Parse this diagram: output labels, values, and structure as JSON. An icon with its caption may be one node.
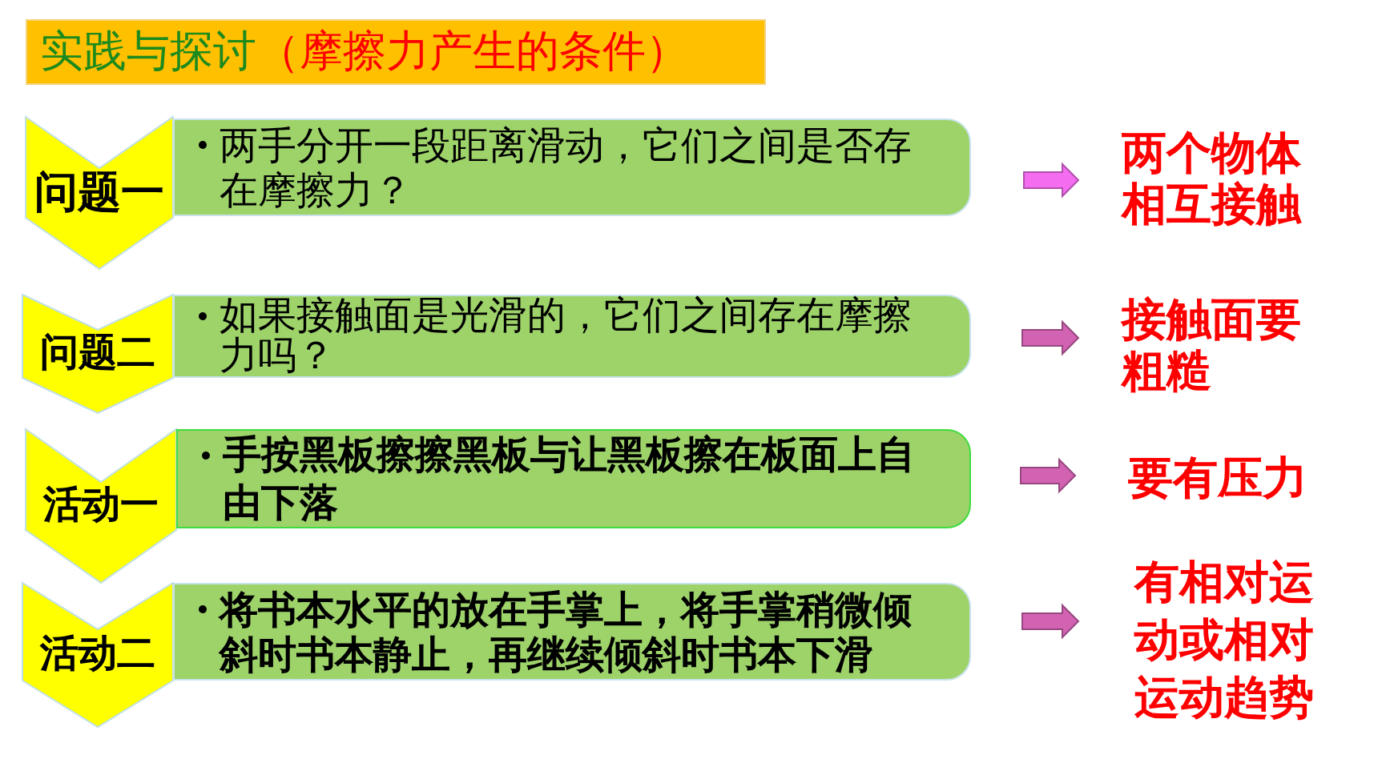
{
  "diagram": {
    "nodes": [
      {
        "text": [
          "实践与探讨",
          "（摩擦力产生的条件）"
        ]
      },
      {
        "text": [
          "问题一"
        ]
      },
      {
        "text": [
          "两手分开一段距离滑动，它们之间是否存在摩擦力？"
        ]
      },
      {
        "text": [
          "两个物体相互接触"
        ]
      },
      {
        "text": [
          "问题二"
        ]
      },
      {
        "text": [
          "如果接触面是光滑的，它们之间存在摩擦力吗？"
        ]
      },
      {
        "text": [
          "接触面要粗糙"
        ]
      },
      {
        "text": [
          "活动一"
        ]
      },
      {
        "text": [
          "手按黑板擦擦黑板与让黑板擦在板面上自由下落"
        ]
      },
      {
        "text": [
          "要有压力"
        ]
      },
      {
        "text": [
          "活动二"
        ]
      },
      {
        "text": [
          "将书本水平的放在手掌上，将手掌稍微倾斜时书本静止，再继续倾斜时书本下滑"
        ]
      },
      {
        "text": [
          "有相对运动或相对运动趋势"
        ]
      }
    ],
    "edges": [
      {
        "from": 2,
        "to": 3,
        "arrow": "to",
        "color": "#f46cf0"
      },
      {
        "from": 5,
        "to": 6,
        "arrow": "to"
      },
      {
        "from": 8,
        "to": 9,
        "arrow": "to"
      },
      {
        "from": 11,
        "to": 12,
        "arrow": "to"
      }
    ]
  }
}
